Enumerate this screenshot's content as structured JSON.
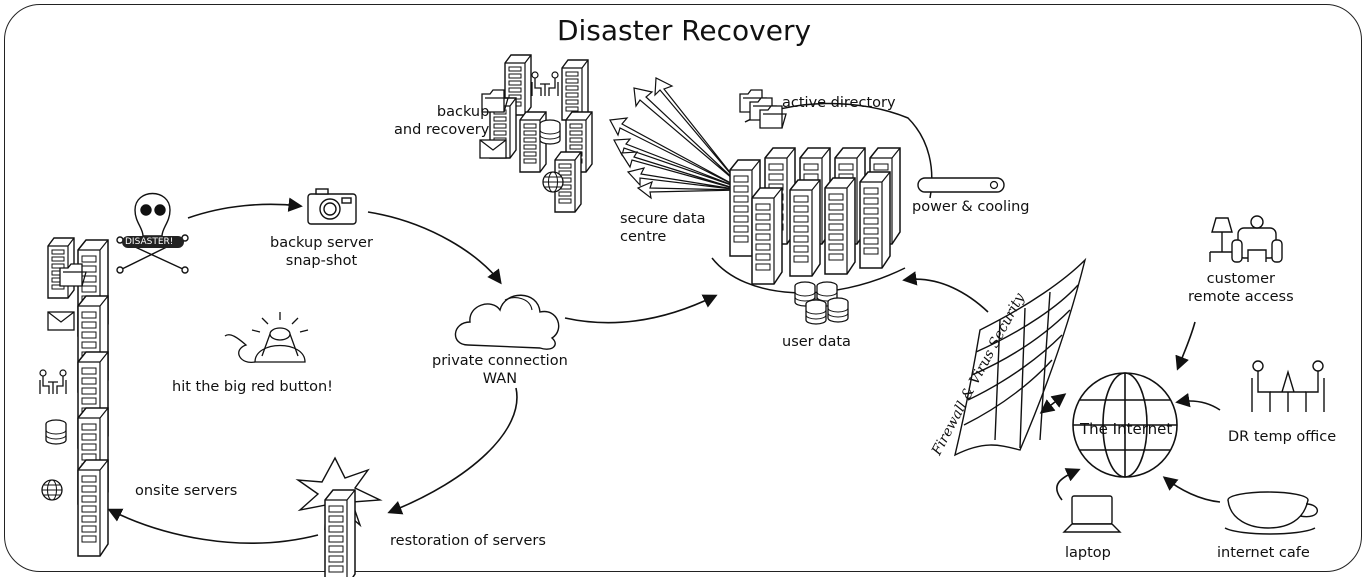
{
  "title": "Disaster Recovery",
  "labels": {
    "backup_recovery": "backup\nand recovery",
    "active_directory": "active directory",
    "secure_data_centre": "secure data\ncentre",
    "power_cooling": "power & cooling",
    "user_data": "user data",
    "disaster_badge": "DISASTER!",
    "backup_snapshot": "backup server\nsnap-shot",
    "private_connection": "private connection\nWAN",
    "big_red_button": "hit the big red button!",
    "onsite_servers": "onsite servers",
    "restoration": "restoration of servers",
    "firewall": "Firewall & Virus Security",
    "customer_remote": "customer\nremote access",
    "internet": "The Internet",
    "dr_temp_office": "DR temp office",
    "laptop": "laptop",
    "internet_cafe": "internet cafe"
  },
  "icons": [
    "skull-icon",
    "camera-icon",
    "cloud-icon",
    "button-icon",
    "server-rack-icon",
    "folder-icon",
    "mail-icon",
    "meeting-icon",
    "database-icon",
    "globe-icon",
    "explosion-icon",
    "firewall-icon",
    "armchair-icon",
    "laptop-icon",
    "coffee-cup-icon",
    "power-unit-icon"
  ]
}
